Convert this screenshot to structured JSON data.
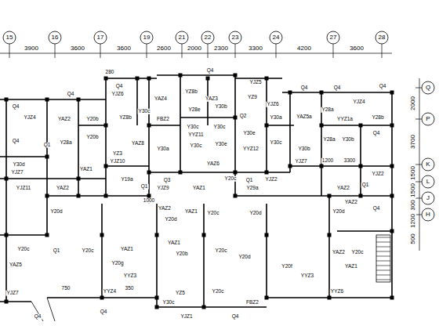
{
  "diagram": {
    "labels": [
      "15",
      "16",
      "17",
      "19",
      "21",
      "22",
      "23",
      "24",
      "27",
      "28",
      "3900",
      "3600",
      "3600",
      "2600",
      "2000",
      "2300",
      "3300",
      "4200",
      "3600",
      "Q",
      "P",
      "K",
      "L",
      "J",
      "H",
      "2000",
      "3700",
      "1500",
      "1500",
      "300",
      "1200",
      "500",
      "280",
      "Q4",
      "YJZ6",
      "YAZ4",
      "Q4",
      "YJZ5",
      "YZ8b",
      "YAZ3",
      "Y30b",
      "YJZ6",
      "YZ9",
      "Q4",
      "YJZ4",
      "Q4",
      "Q4",
      "Q4",
      "YJZ4",
      "YAZ2",
      "Q4",
      "Y20b",
      "YZ8b",
      "Y30c",
      "FBZ2",
      "Y28e",
      "Y30c",
      "Y30c",
      "Q2",
      "Y30e",
      "Y30a",
      "YAZ5a",
      "Y28a",
      "YYZ1a",
      "Y28b",
      "Q4",
      "Y30d",
      "Q1",
      "Y28a",
      "Y20b",
      "YZ3",
      "YAZ8",
      "Y30a",
      "YYZ11",
      "Y30c",
      "Y30e",
      "YYZ12",
      "Y30c",
      "Y30b",
      "Y28a",
      "Y30b",
      "1200",
      "3300",
      "Q4",
      "YAZ6",
      "YJZ7",
      "YAZ1",
      "Y19a",
      "Q1",
      "YJZ9",
      "YAZ1",
      "Y20c",
      "Q1",
      "YJZ2",
      "YJZ7",
      "YAZ2",
      "YJZ2",
      "Q1",
      "YJZ11",
      "YAZ2",
      "YJZ10",
      "Q3",
      "Y29a",
      "1000",
      "Y20d",
      "YAZ2",
      "Y20d",
      "YAZ1",
      "Y20c",
      "Y20d",
      "Y20d",
      "YAZ2",
      "Q4",
      "Y20c",
      "YAZ5",
      "Q1",
      "Y20c",
      "YAZ1",
      "Y20g",
      "YYZ3",
      "YAZ1",
      "Y20b",
      "Y20c",
      "Y20d",
      "Y20f",
      "YYZ3",
      "YAZ2",
      "Y20c",
      "YAZ1",
      "750",
      "YYZ4",
      "350",
      "YZ5",
      "Y20c",
      "Y30c",
      "FBZ2",
      "YJZ1",
      "YYZ6",
      "Q4",
      "Q4",
      "Q4",
      "YJZ7"
    ]
  }
}
